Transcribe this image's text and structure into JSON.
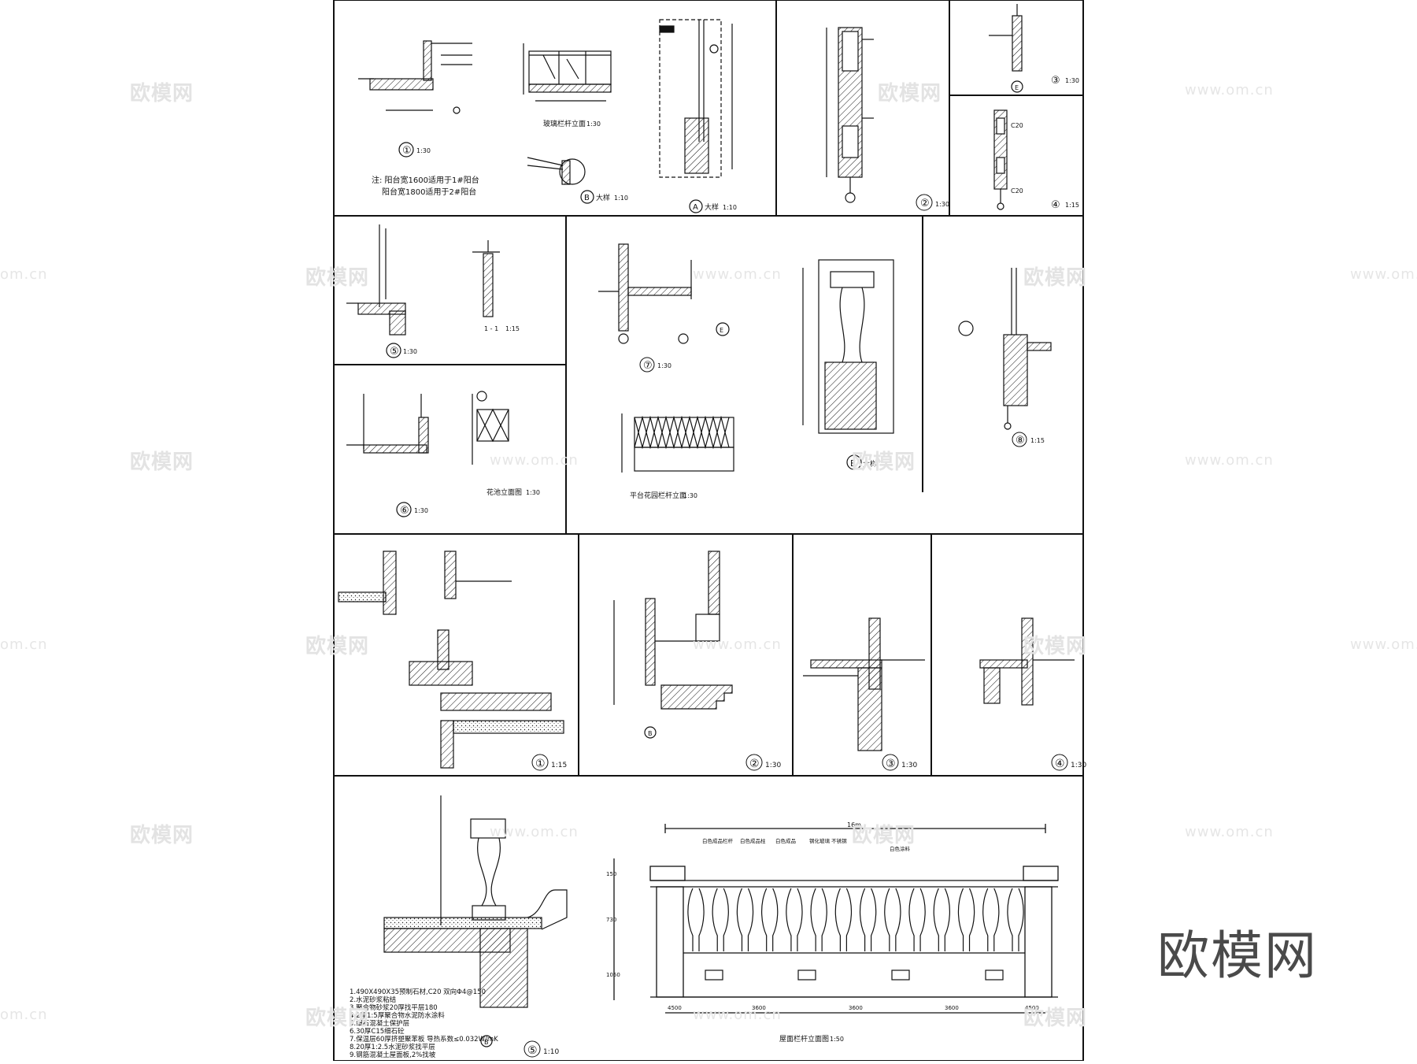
{
  "brand": "欧模网",
  "watermark_cn": "欧模网",
  "watermark_url": "www.om.cn",
  "watermark_url_short": "om.cn",
  "panels": {
    "p1": {
      "mark": "①",
      "scale": "1:30",
      "note1": "注: 阳台宽1600适用于1#阳台",
      "note2": "阳台宽1800适用于2#阳台"
    },
    "p_glass": {
      "title": "玻璃栏杆立面",
      "scale": "1:30"
    },
    "p_B": {
      "mark": "B",
      "title": "大样",
      "scale": "1:10"
    },
    "p_A": {
      "mark": "A",
      "title": "大样",
      "scale": "1:10"
    },
    "p2": {
      "mark": "②",
      "scale": "1:30"
    },
    "p3": {
      "mark": "③",
      "scale": "1:30",
      "ref": "E"
    },
    "p4": {
      "mark": "④",
      "scale": "1:15",
      "label1": "C20",
      "label2": "C20"
    },
    "p5": {
      "mark": "⑤",
      "scale": "1:30"
    },
    "p_11": {
      "title": "1 - 1",
      "scale": "1:15"
    },
    "p7": {
      "mark": "⑦",
      "scale": "1:30",
      "ref": "E"
    },
    "p_E": {
      "mark": "E",
      "title": "大样"
    },
    "p8": {
      "mark": "⑧",
      "scale": "1:15"
    },
    "p6": {
      "mark": "⑥",
      "scale": "1:30"
    },
    "p_flower": {
      "title": "花池立面图",
      "scale": "1:30"
    },
    "p_platform": {
      "title": "平台花园栏杆立面",
      "scale": "1:30"
    },
    "b1": {
      "mark": "①",
      "scale": "1:15"
    },
    "b2": {
      "mark": "②",
      "scale": "1:30",
      "ref": "B"
    },
    "b3": {
      "mark": "③",
      "scale": "1:30"
    },
    "b4": {
      "mark": "④",
      "scale": "1:30"
    },
    "b5": {
      "mark": "⑤",
      "scale": "1:10",
      "ref": "B"
    },
    "roof": {
      "title": "屋面栏杆立面图",
      "scale": "1:50"
    }
  },
  "notes": [
    "1.490X490X35预制石材,C20  双向Φ4@150",
    "2.水泥砂浆粘结",
    "3.聚合物砂浆20厚找平层180",
    "4.2厚1:5厚聚合物水泥防水涂料",
    "5.细石混凝土保护层",
    "6.30厚C15细石砼",
    "7.保温层60厚挤塑聚苯板 导热系数≤0.032W/mK",
    "8.20厚1:2.5水泥砂浆找平层",
    "9.钢筋混凝土屋面板,2%找坡"
  ],
  "roof_dims": {
    "total": "16m",
    "spans": [
      "4500",
      "3600",
      "3600",
      "3600",
      "4500"
    ],
    "heights": [
      "150",
      "730",
      "1050"
    ],
    "labels": [
      "白色成品栏杆",
      "白色成品柱",
      "白色成品",
      "钢化玻璃 不锈钢",
      "白色涂料"
    ]
  }
}
